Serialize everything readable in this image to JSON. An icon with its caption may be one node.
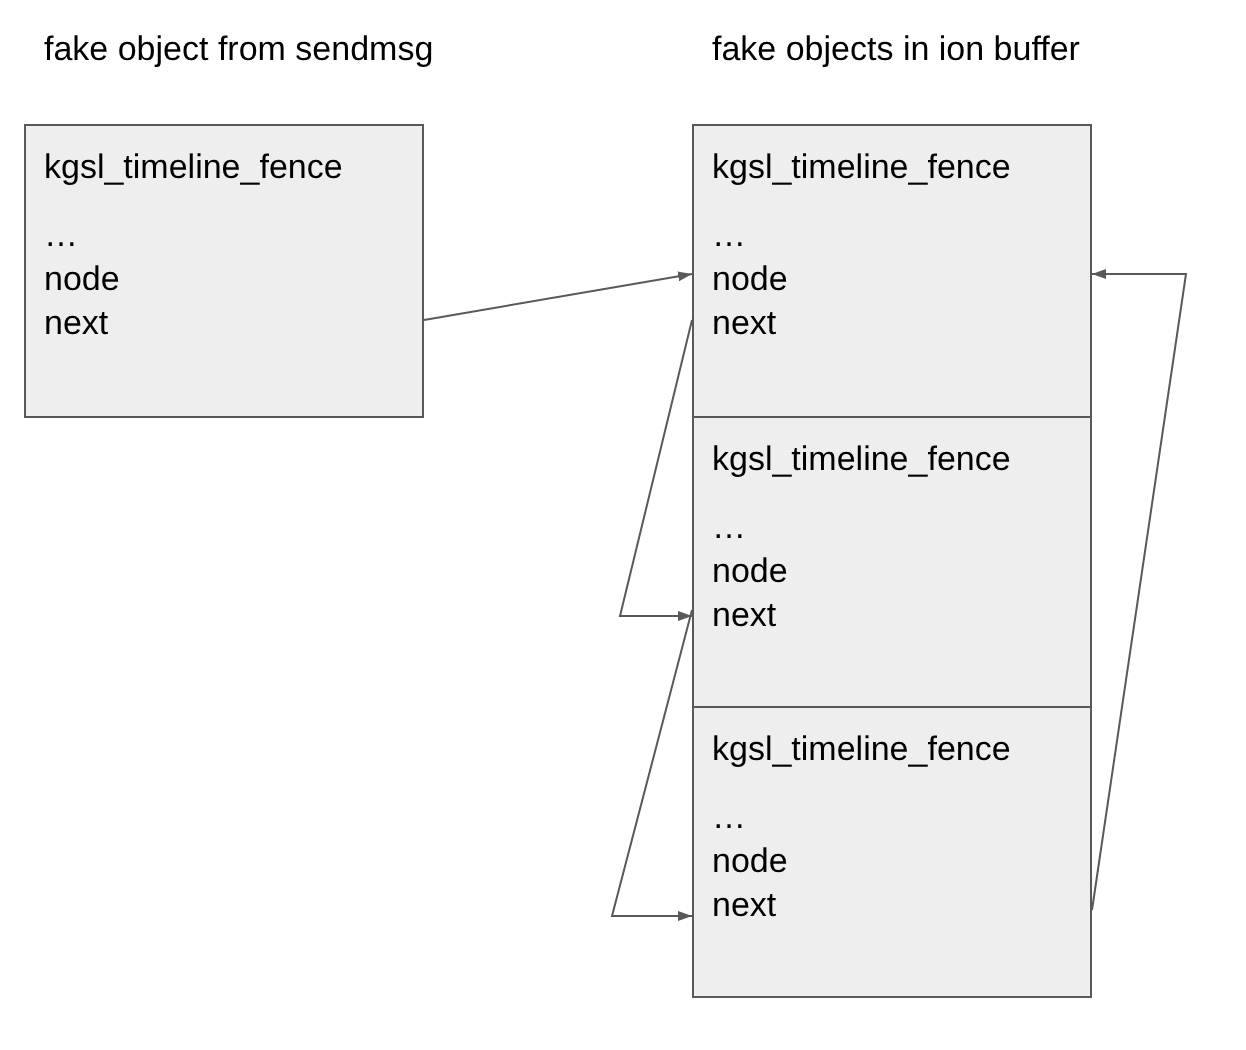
{
  "diagram": {
    "nodes": [
      {
        "text": [
          "kgsl_timeline_fence",
          "…",
          "node",
          "next"
        ]
      },
      {
        "text": [
          "kgsl_timeline_fence",
          "…",
          "node",
          "next"
        ]
      },
      {
        "text": [
          "kgsl_timeline_fence",
          "…",
          "node",
          "next"
        ]
      },
      {
        "text": [
          "kgsl_timeline_fence",
          "…",
          "node",
          "next"
        ]
      }
    ],
    "edges": [
      {
        "from": 0,
        "to": 1,
        "arrow": "to"
      },
      {
        "from": 1,
        "to": 2,
        "arrow": "to"
      },
      {
        "from": 2,
        "to": 3,
        "arrow": "to"
      },
      {
        "from": 3,
        "to": 1,
        "arrow": "to"
      }
    ],
    "labels": [
      "fake object from sendmsg",
      "fake objects in ion buffer"
    ]
  }
}
